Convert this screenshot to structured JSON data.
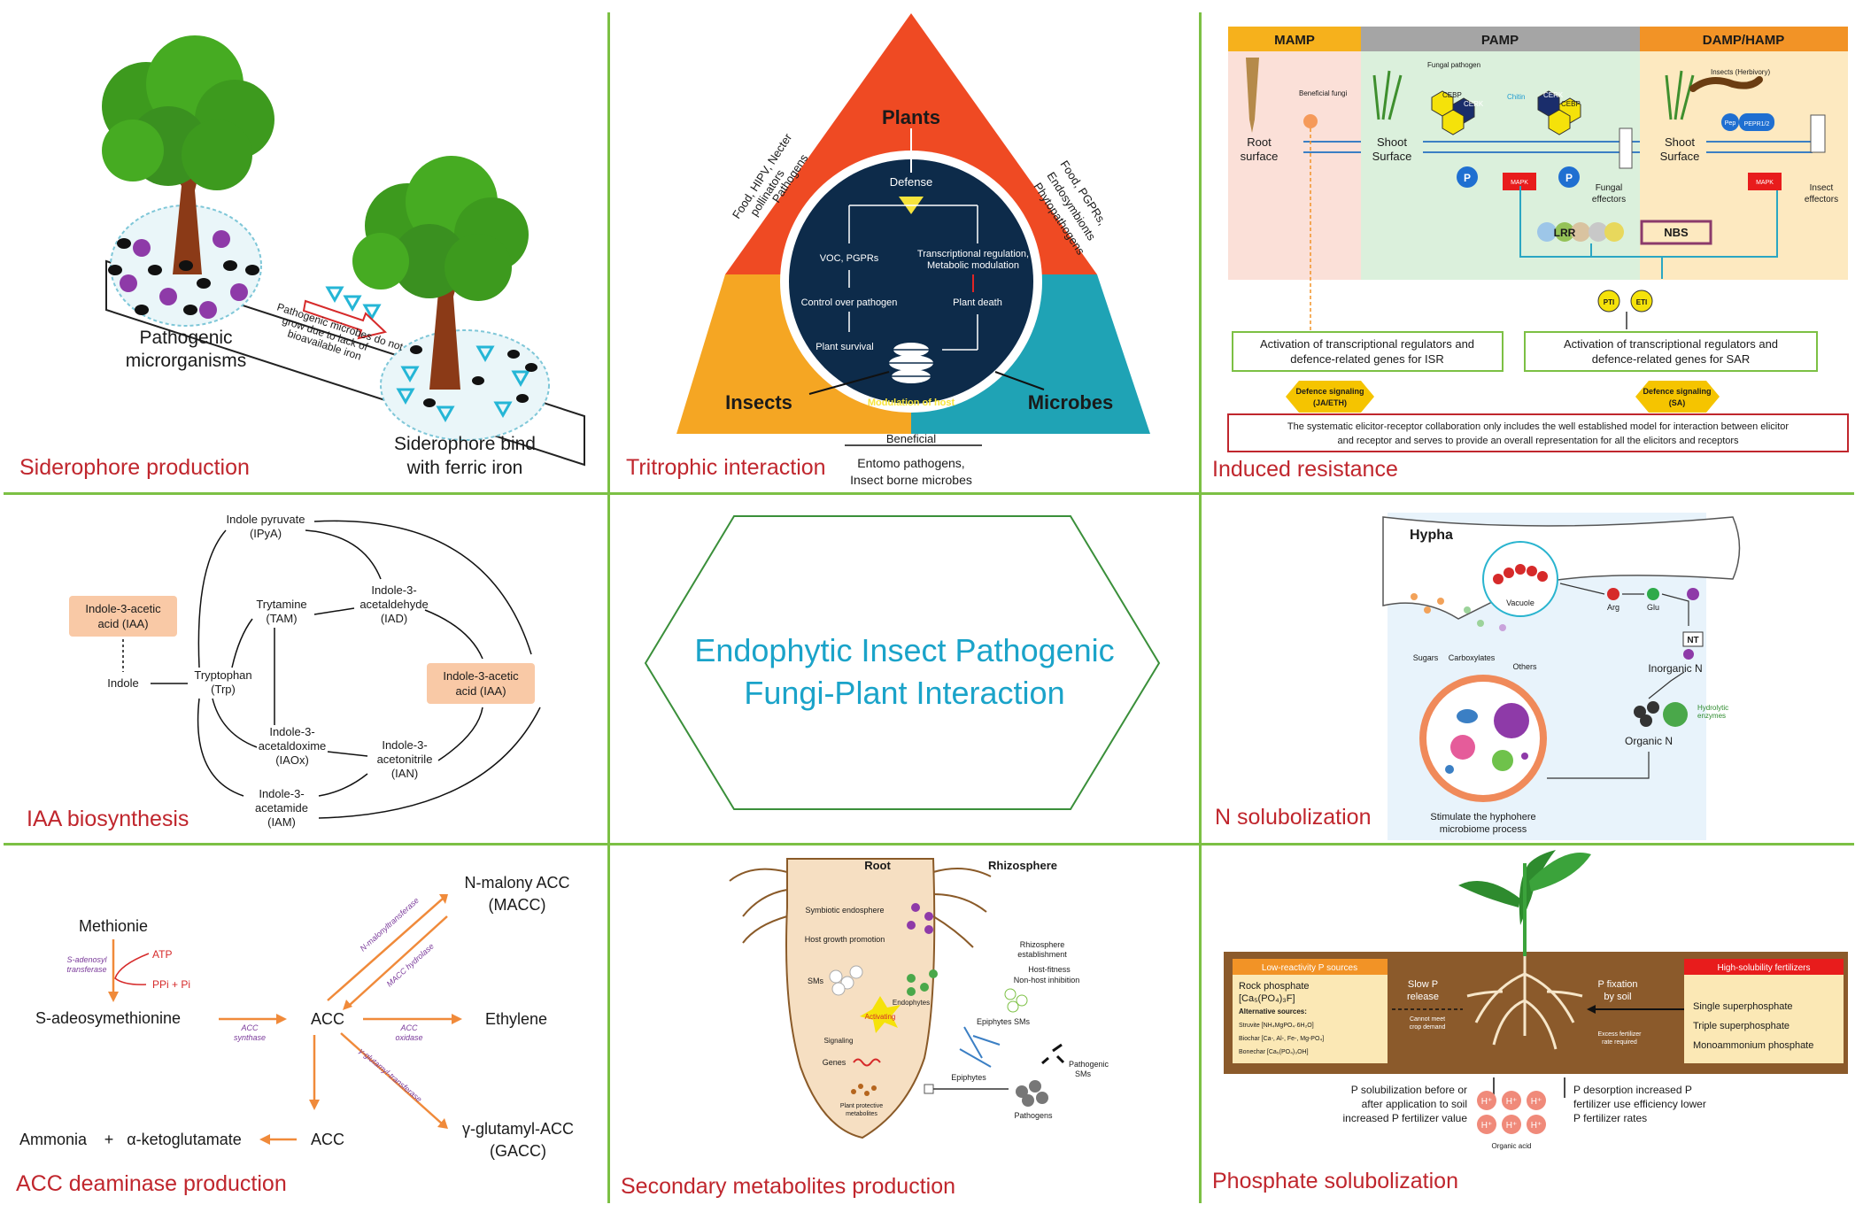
{
  "center": {
    "title_line1": "Endophytic Insect Pathogenic",
    "title_line2": "Fungi-Plant Interaction",
    "title_color": "#1aa3c9"
  },
  "panels": {
    "siderophore": {
      "title": "Siderophore production",
      "pathogenic_line1": "Pathogenic",
      "pathogenic_line2": "microrganisms",
      "arrow_text_line1": "Pathogenic microbes do not",
      "arrow_text_line2": "grow due to lack of",
      "arrow_text_line3": "bioavailable iron",
      "bind_line1": "Siderophore bind",
      "bind_line2": "with ferric iron"
    },
    "tritrophic": {
      "title": "Tritrophic interaction",
      "plants": "Plants",
      "insects": "Insects",
      "microbes": "Microbes",
      "left_line1": "Food, HIPV, Necter",
      "left_line2": "pollinators",
      "left_line3": "Pathogens",
      "right_line1": "Food, PGPRs,",
      "right_line2": "Endosymbionts",
      "right_line3": "Phytopathogens",
      "defense": "Defense",
      "voc": "VOC, PGPRs",
      "transcriptional": "Transcriptional regulation,",
      "metabolic": "Metabolic modulation",
      "control": "Control over pathogen",
      "plant_death": "Plant death",
      "plant_survival": "Plant survival",
      "modulation": "Modulation of host",
      "beneficial": "Beneficial",
      "entomo_line1": "Entomo pathogens,",
      "entomo_line2": "Insect borne microbes"
    },
    "induced": {
      "title": "Induced resistance",
      "mamp": "MAMP",
      "pamp": "PAMP",
      "damp": "DAMP/HAMP",
      "beneficial_fungi": "Beneficial fungi",
      "root_surface_1": "Root",
      "root_surface_2": "surface",
      "fungal_pathogen": "Fungal pathogen",
      "chitin": "Chitin",
      "cebip": "CEBP",
      "cerk": "CERK",
      "shoot_1": "Shoot",
      "shoot_2": "Surface",
      "fungal_effectors_1": "Fungal",
      "fungal_effectors_2": "effectors",
      "insects_herbivory": "Insects (Herbivory)",
      "pep": "Pep",
      "pepr": "PEPR1/2",
      "insect_effectors_1": "Insect",
      "insect_effectors_2": "effectors",
      "lrr": "LRR",
      "nbs": "NBS",
      "pti": "PTI",
      "eti": "ETI",
      "p": "P",
      "mapk": "MAPK",
      "isr_line1": "Activation of transcriptional regulators and",
      "isr_line2": "defence-related genes for ISR",
      "sar_line1": "Activation of transcriptional regulators and",
      "sar_line2": "defence-related genes for SAR",
      "sig_ja_1": "Defence signaling",
      "sig_ja_2": "(JA/ETH)",
      "sig_sa_1": "Defence signaling",
      "sig_sa_2": "(SA)",
      "note_line1": "The systematic elicitor-receptor collaboration only includes the well established model for interaction between elicitor",
      "note_line2": "and receptor and serves to provide an overall representation for all the elicitors and receptors"
    },
    "iaa": {
      "title": "IAA biosynthesis",
      "iaa_left_1": "Indole-3-acetic",
      "iaa_left_2": "acid (IAA)",
      "indole": "Indole",
      "tryptophan_1": "Tryptophan",
      "tryptophan_2": "(Trp)",
      "ipya_1": "Indole pyruvate",
      "ipya_2": "(IPyA)",
      "tam_1": "Trytamine",
      "tam_2": "(TAM)",
      "iad_1": "Indole-3-",
      "iad_2": "acetaldehyde",
      "iad_3": "(IAD)",
      "iaa_right_1": "Indole-3-acetic",
      "iaa_right_2": "acid (IAA)",
      "iaox_1": "Indole-3-",
      "iaox_2": "acetaldoxime",
      "iaox_3": "(IAOx)",
      "ian_1": "Indole-3-",
      "ian_2": "acetonitrile",
      "ian_3": "(IAN)",
      "iam_1": "Indole-3-",
      "iam_2": "acetamide",
      "iam_3": "(IAM)"
    },
    "n_solubilization": {
      "title": "N solubolization",
      "hypha": "Hypha",
      "vacuole": "Vacuole",
      "arg": "Arg",
      "glu": "Glu",
      "nt": "NT",
      "inorganic_n": "Inorganic N",
      "organic_n": "Organic N",
      "hydrolytic_1": "Hydrolytic",
      "hydrolytic_2": "enzymes",
      "sugars": "Sugars",
      "carboxylates": "Carboxylates",
      "others": "Others",
      "stimulate_1": "Stimulate the hyphohere",
      "stimulate_2": "microbiome process"
    },
    "acc": {
      "title": "ACC deaminase production",
      "methionie": "Methionie",
      "atp": "ATP",
      "ppi": "PPi + Pi",
      "sam_transferase_1": "S-adenosyl",
      "sam_transferase_2": "transferase",
      "sam": "S-adeosymethionine",
      "acc_synthase_1": "ACC",
      "acc_synthase_2": "synthase",
      "acc": "ACC",
      "acc_oxidase_1": "ACC",
      "acc_oxidase_2": "oxidase",
      "ethylene": "Ethylene",
      "macc_1": "N-malony ACC",
      "macc_2": "(MACC)",
      "n_malonyltransferase": "N-malonyltransferase",
      "macc_hydrolase": "MACC hydrolase",
      "glutamyl_transferase": "γ-glutamyl-transferase",
      "gacc_1": "γ-glutamyl-ACC",
      "gacc_2": "(GACC)",
      "acc_bottom": "ACC",
      "ammonia": "Ammonia",
      "plus": "+",
      "ketoglutarate": "α-ketoglutamate"
    },
    "secondary": {
      "title": "Secondary metabolites production",
      "root": "Root",
      "rhizosphere": "Rhizosphere",
      "symbiotic": "Symbiotic endosphere",
      "host_growth": "Host growth promotion",
      "sms": "SMs",
      "activating": "Activating",
      "endophytes": "Endophytes",
      "signaling": "Signaling",
      "genes": "Genes",
      "plant_protective_1": "Plant protective",
      "plant_protective_2": "metabolites",
      "rhizo_est_1": "Rhizosphere",
      "rhizo_est_2": "establishment",
      "host_fitness": "Host-fitness",
      "nonhost": "Non-host inhibition",
      "epiphytes_sms": "Epiphytes SMs",
      "epiphytes": "Epiphytes",
      "pathogenic_sms_1": "Pathogenic",
      "pathogenic_sms_2": "SMs",
      "pathogens": "Pathogens"
    },
    "phosphate": {
      "title": "Phosphate solubolization",
      "low_header": "Low-reactivity P sources",
      "rock_1": "Rock phosphate",
      "rock_2": "[Ca₅(PO₄)₃F]",
      "alt_sources": "Alternative sources:",
      "struvite": "Struvite [NH₄MgPO₄·6H₂O]",
      "biochar": "Biochar [Ca-, Al-, Fe-, Mg-PO₄]",
      "bonechar": "Bonechar [Ca₅(PO₄)₃OH]",
      "slow_1": "Slow P",
      "slow_2": "release",
      "cannot_1": "Cannot meet",
      "cannot_2": "crop demand",
      "pfix_1": "P fixation",
      "pfix_2": "by soil",
      "excess_1": "Excess fertilizer",
      "excess_2": "rate required",
      "high_header": "High-solubility fertilizers",
      "ssp": "Single superphosphate",
      "tsp": "Triple superphosphate",
      "map": "Monoammonium phosphate",
      "left_note_1": "P solubilization before or",
      "left_note_2": "after application to soil",
      "left_note_3": "increased P fertilizer value",
      "right_note_1": "P desorption increased P",
      "right_note_2": "fertilizer use efficiency lower",
      "right_note_3": "P fertilizer rates",
      "h": "H⁺",
      "organic_acid": "Organic acid"
    }
  }
}
